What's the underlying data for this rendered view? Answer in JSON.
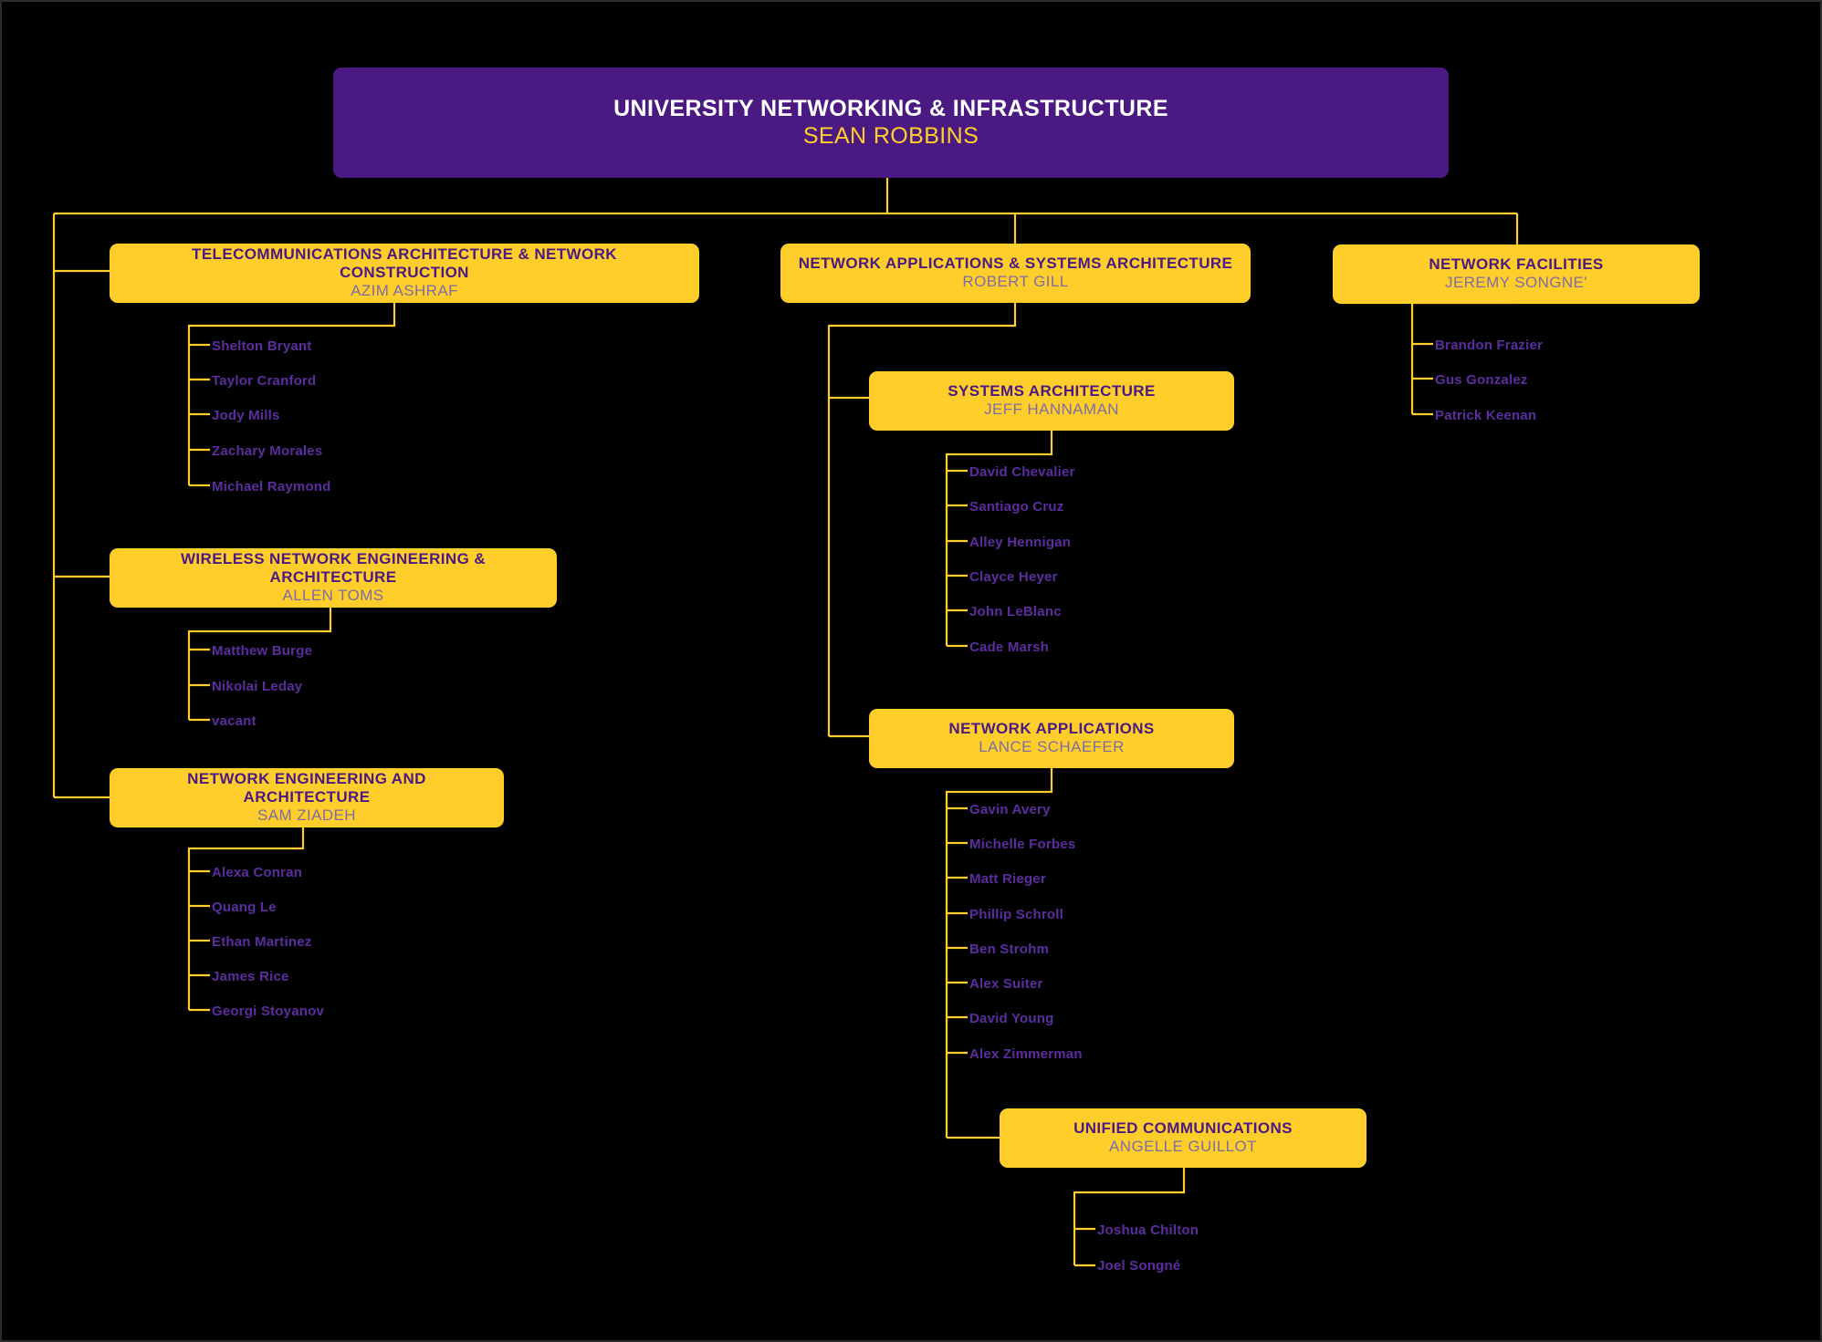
{
  "colors": {
    "background": "#000000",
    "root_box": "#4A1A82",
    "unit_box": "#FFCE2B",
    "connector": "#FFCE2B",
    "root_title_text": "#FFFFFF",
    "root_person_text": "#FFCE2B",
    "unit_title_text": "#4A1A82",
    "unit_person_text": "#7E6DA3",
    "leaf_text": "#5B2D9E"
  },
  "root": {
    "title": "UNIVERSITY NETWORKING & INFRASTRUCTURE",
    "person": "SEAN ROBBINS"
  },
  "units": {
    "telecom": {
      "title": "TELECOMMUNICATIONS ARCHITECTURE & NETWORK CONSTRUCTION",
      "person": "AZIM ASHRAF"
    },
    "wireless": {
      "title": "WIRELESS NETWORK ENGINEERING & ARCHITECTURE",
      "person": "ALLEN TOMS"
    },
    "netengarch": {
      "title": "NETWORK ENGINEERING AND ARCHITECTURE",
      "person": "SAM ZIADEH"
    },
    "netapps_sysarch": {
      "title": "NETWORK APPLICATIONS & SYSTEMS ARCHITECTURE",
      "person": "ROBERT GILL"
    },
    "sysarch": {
      "title": "SYSTEMS ARCHITECTURE",
      "person": "JEFF HANNAMAN"
    },
    "netapps": {
      "title": "NETWORK APPLICATIONS",
      "person": "LANCE SCHAEFER"
    },
    "unifiedcomms": {
      "title": "UNIFIED COMMUNICATIONS",
      "person": "ANGELLE GUILLOT"
    },
    "netfacilities": {
      "title": "NETWORK FACILITIES",
      "person": "JEREMY SONGNE'"
    }
  },
  "staff": {
    "telecom": [
      "Shelton Bryant",
      "Taylor Cranford",
      "Jody Mills",
      "Zachary Morales",
      "Michael Raymond"
    ],
    "wireless": [
      "Matthew Burge",
      "Nikolai Leday",
      "vacant"
    ],
    "netengarch": [
      "Alexa Conran",
      "Quang Le",
      "Ethan Martinez",
      "James Rice",
      "Georgi Stoyanov"
    ],
    "sysarch": [
      "David Chevalier",
      "Santiago Cruz",
      "Alley Hennigan",
      "Clayce Heyer",
      "John LeBlanc",
      "Cade Marsh"
    ],
    "netapps": [
      "Gavin Avery",
      "Michelle Forbes",
      "Matt Rieger",
      "Phillip Schroll",
      "Ben Strohm",
      "Alex Suiter",
      "David Young",
      "Alex Zimmerman"
    ],
    "unifiedcomms": [
      "Joshua Chilton",
      "Joel Songné"
    ],
    "netfacilities": [
      "Brandon Frazier",
      "Gus Gonzalez",
      "Patrick Keenan"
    ]
  }
}
